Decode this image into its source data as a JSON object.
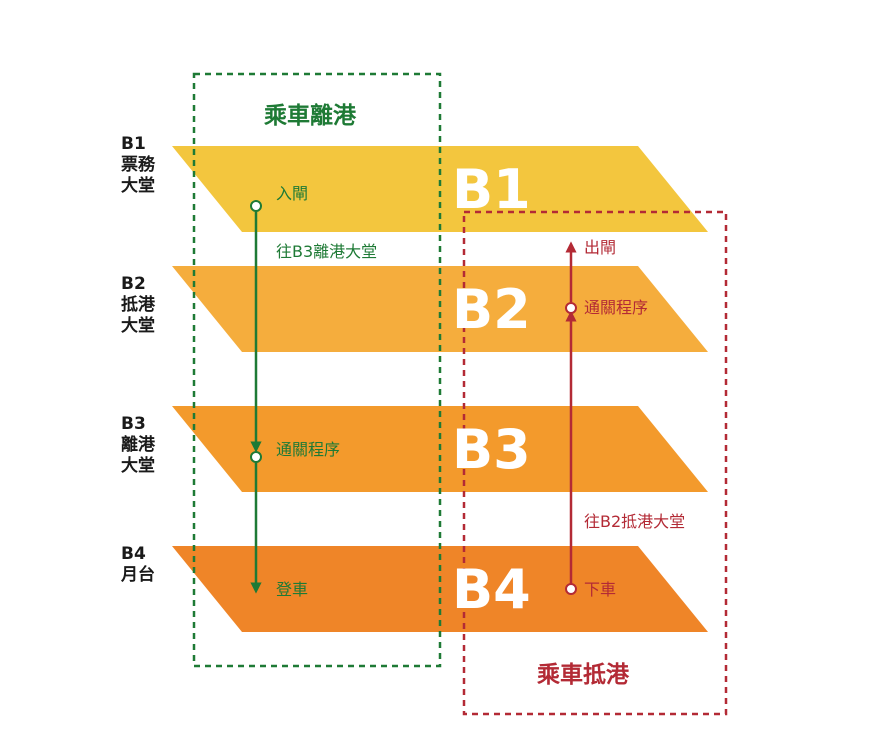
{
  "colors": {
    "departure": "#1e7a35",
    "arrival": "#b32a35",
    "floor_b1": "#f3c63e",
    "floor_b2": "#f5ad3d",
    "floor_b3": "#f39a2c",
    "floor_b4": "#ef8528",
    "label_text": "#1a1a1a"
  },
  "floors": [
    {
      "id": "B1",
      "name": "B1\n票務\n大堂"
    },
    {
      "id": "B2",
      "name": "B2\n抵港\n大堂"
    },
    {
      "id": "B3",
      "name": "B3\n離港\n大堂"
    },
    {
      "id": "B4",
      "name": "B4\n月台"
    }
  ],
  "departure": {
    "title": "乘車離港",
    "steps": {
      "enter_gate": "入閘",
      "to_departure_hall": "往B3離港大堂",
      "clearance": "通關程序",
      "board": "登車"
    }
  },
  "arrival": {
    "title": "乘車抵港",
    "steps": {
      "exit_gate": "出閘",
      "clearance": "通關程序",
      "to_arrival_hall": "往B2抵港大堂",
      "alight": "下車"
    }
  }
}
